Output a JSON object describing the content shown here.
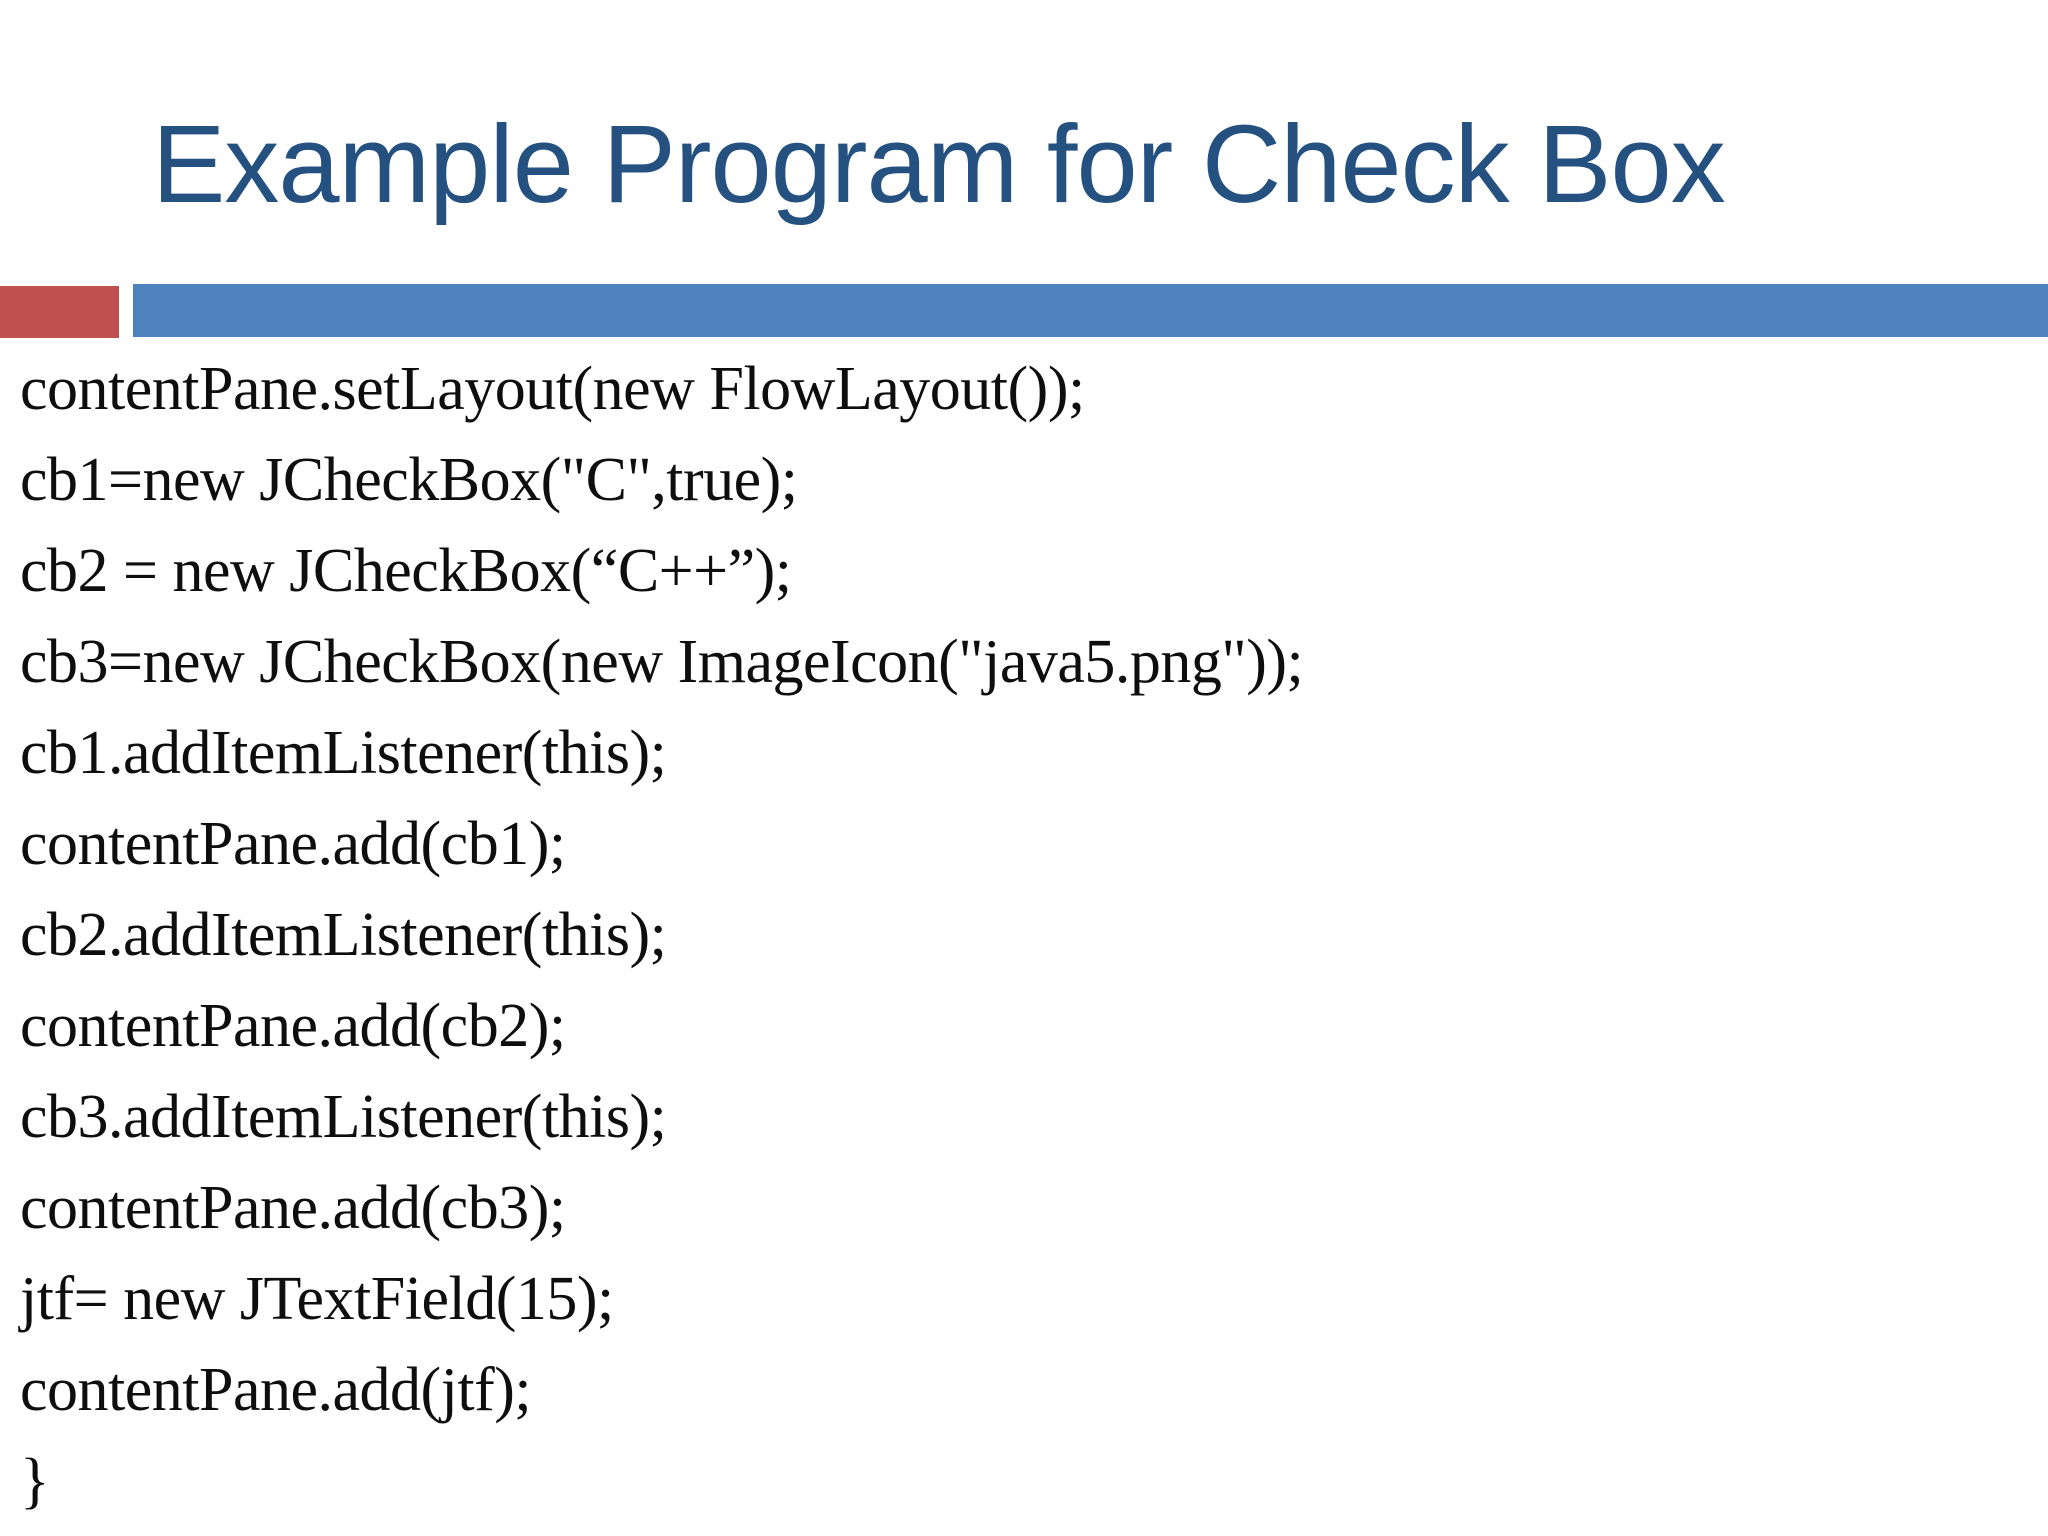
{
  "slide": {
    "title": "Example Program for Check Box",
    "colors": {
      "title_text": "#255181",
      "accent_red": "#c0504d",
      "accent_blue": "#4f81bd",
      "code_text": "#0e0e0e",
      "background": "#ffffff"
    },
    "code_lines": [
      "contentPane.setLayout(new FlowLayout());",
      "cb1=new JCheckBox(\"C\",true);",
      "cb2 = new JCheckBox(“C++”);",
      "cb3=new JCheckBox(new ImageIcon(\"java5.png\"));",
      "cb1.addItemListener(this);",
      "contentPane.add(cb1);",
      "cb2.addItemListener(this);",
      "contentPane.add(cb2);",
      "cb3.addItemListener(this);",
      "contentPane.add(cb3);",
      "jtf= new JTextField(15);",
      "contentPane.add(jtf);",
      "}"
    ]
  }
}
